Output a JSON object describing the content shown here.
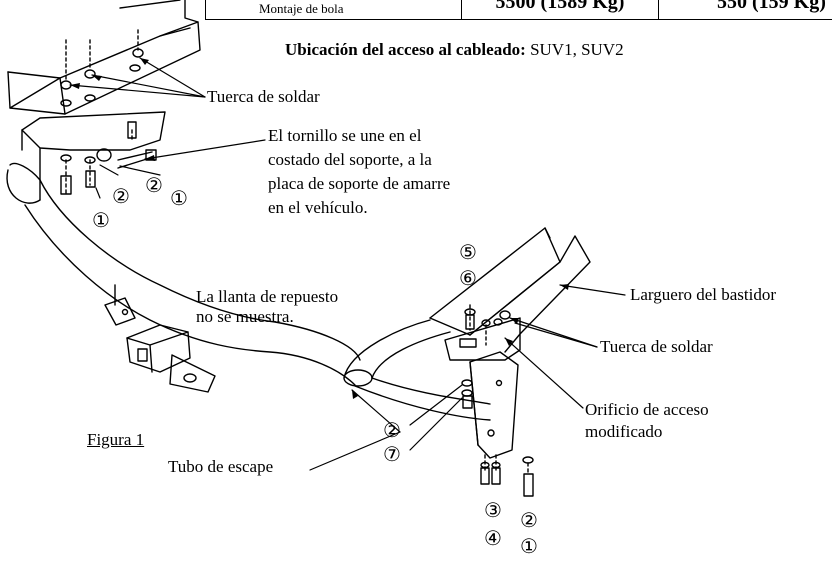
{
  "table": {
    "row_label": "Montaje de bola",
    "capacity_1": "5500 (1589 Kg)",
    "capacity_2": "550 (159 Kg)"
  },
  "wiring": {
    "heading": "Ubicación del acceso al cableado:",
    "value": "SUV1, SUV2"
  },
  "labels": {
    "weld_nut_1": "Tuerca de soldar",
    "bolt_note": [
      "El tornillo se une en el",
      "costado del soporte, a la",
      "placa de soporte de amarre",
      "en el vehículo."
    ],
    "spare_tire": [
      "La llanta de repuesto",
      "no se muestra."
    ],
    "frame_rail": "Larguero del bastidor",
    "weld_nut_2": "Tuerca de soldar",
    "access_hole": [
      "Orificio de acceso",
      "modificado"
    ],
    "exhaust": "Tubo de escape",
    "figure": "Figura 1"
  },
  "callouts": {
    "left_2a": "②",
    "left_1a": "①",
    "mid_2": "②",
    "mid_1": "①",
    "top_5": "⑤",
    "top_6": "⑥",
    "right_2": "②",
    "right_7": "⑦",
    "bot_3": "③",
    "bot_4": "④",
    "bot_2": "②",
    "bot_1": "①"
  }
}
